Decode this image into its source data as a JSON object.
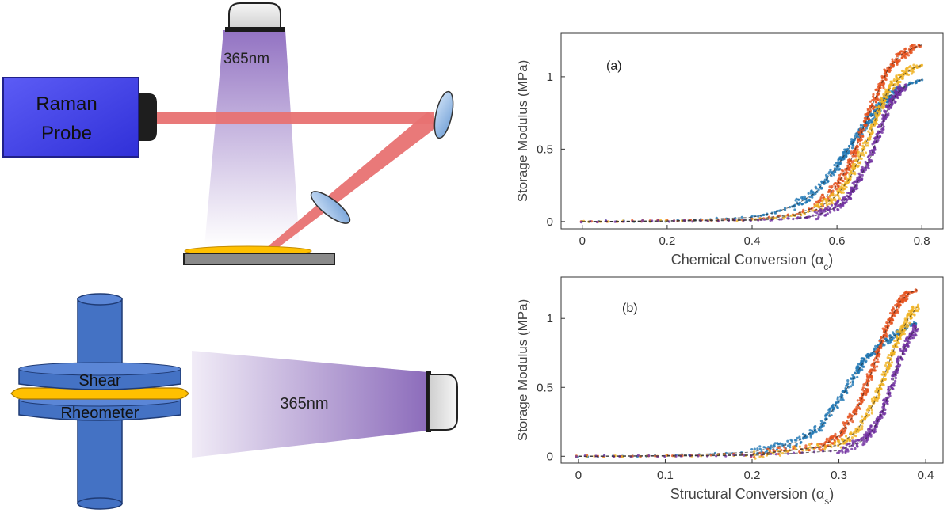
{
  "diagram": {
    "raman_probe": {
      "line1": "Raman",
      "line2": "Probe"
    },
    "uv_top_label": "365nm",
    "rheometer": {
      "line1": "Shear",
      "line2": "Rheometer"
    },
    "uv_side_label": "365nm"
  },
  "colors": {
    "probe_fill": "#4d4df0",
    "laser": "#e87272",
    "uv_light": "#b29ad3",
    "uv_dark": "#8c6cbb",
    "mirror": "#8fb6e3",
    "sample": "#ffc000",
    "stage": "#8a8a8a",
    "rheometer_blue": "#4472c4",
    "series_blue": "#1f77b4",
    "series_orange": "#e5501c",
    "series_yellow": "#f0b323",
    "series_purple": "#7030a0"
  },
  "chart_data": [
    {
      "type": "scatter",
      "annotation": "(a)",
      "xlabel": "Chemical Conversion (α",
      "xlabel_sub": "c",
      "xlabel_close": ")",
      "ylabel": "Storage Modulus (MPa)",
      "xlim": [
        -0.05,
        0.85
      ],
      "ylim": [
        -0.05,
        1.3
      ],
      "xticks": [
        0,
        0.2,
        0.4,
        0.6,
        0.8
      ],
      "xtick_labels": [
        "0",
        "0.2",
        "0.4",
        "0.6",
        "0.8"
      ],
      "yticks": [
        0,
        0.5,
        1
      ],
      "ytick_labels": [
        "0",
        "0.5",
        "1"
      ],
      "grid": false,
      "series": [
        {
          "color": "series_blue",
          "x": [
            0,
            0.2,
            0.4,
            0.45,
            0.5,
            0.55,
            0.6,
            0.62,
            0.65,
            0.68,
            0.7,
            0.72,
            0.75,
            0.78,
            0.8
          ],
          "y": [
            0,
            0.005,
            0.03,
            0.06,
            0.11,
            0.2,
            0.38,
            0.47,
            0.6,
            0.72,
            0.8,
            0.86,
            0.92,
            0.96,
            0.98
          ]
        },
        {
          "color": "series_orange",
          "x": [
            0,
            0.2,
            0.4,
            0.5,
            0.55,
            0.6,
            0.63,
            0.65,
            0.68,
            0.7,
            0.72,
            0.75,
            0.78,
            0.8
          ],
          "y": [
            0,
            0.005,
            0.015,
            0.05,
            0.1,
            0.25,
            0.4,
            0.55,
            0.78,
            0.92,
            1.05,
            1.15,
            1.2,
            1.22
          ]
        },
        {
          "color": "series_yellow",
          "x": [
            0,
            0.2,
            0.4,
            0.5,
            0.55,
            0.6,
            0.63,
            0.65,
            0.68,
            0.7,
            0.72,
            0.75,
            0.78,
            0.8
          ],
          "y": [
            0,
            0.004,
            0.012,
            0.04,
            0.08,
            0.18,
            0.3,
            0.42,
            0.62,
            0.78,
            0.9,
            1.0,
            1.06,
            1.08
          ]
        },
        {
          "color": "series_purple",
          "x": [
            0,
            0.2,
            0.4,
            0.5,
            0.55,
            0.6,
            0.63,
            0.65,
            0.68,
            0.7,
            0.72,
            0.74,
            0.76
          ],
          "y": [
            0,
            0.003,
            0.008,
            0.02,
            0.04,
            0.1,
            0.18,
            0.28,
            0.45,
            0.62,
            0.78,
            0.88,
            0.93
          ]
        }
      ]
    },
    {
      "type": "scatter",
      "annotation": "(b)",
      "xlabel": "Structural Conversion (α",
      "xlabel_sub": "s",
      "xlabel_close": ")",
      "ylabel": "Storage Modulus (MPa)",
      "xlim": [
        -0.02,
        0.42
      ],
      "ylim": [
        -0.05,
        1.3
      ],
      "xticks": [
        0,
        0.1,
        0.2,
        0.3,
        0.4
      ],
      "xtick_labels": [
        "0",
        "0.1",
        "0.2",
        "0.3",
        "0.4"
      ],
      "yticks": [
        0,
        0.5,
        1
      ],
      "ytick_labels": [
        "0",
        "0.5",
        "1"
      ],
      "grid": false,
      "series": [
        {
          "color": "series_blue",
          "x": [
            0,
            0.1,
            0.2,
            0.25,
            0.28,
            0.3,
            0.32,
            0.33,
            0.35,
            0.37,
            0.38,
            0.39
          ],
          "y": [
            0,
            0.005,
            0.03,
            0.1,
            0.22,
            0.4,
            0.6,
            0.7,
            0.82,
            0.9,
            0.95,
            0.97
          ]
        },
        {
          "color": "series_orange",
          "x": [
            0,
            0.1,
            0.2,
            0.28,
            0.3,
            0.32,
            0.33,
            0.34,
            0.35,
            0.36,
            0.37,
            0.38,
            0.39
          ],
          "y": [
            0,
            0.003,
            0.015,
            0.07,
            0.15,
            0.32,
            0.48,
            0.65,
            0.85,
            1.0,
            1.12,
            1.18,
            1.21
          ]
        },
        {
          "color": "series_yellow",
          "x": [
            0,
            0.1,
            0.2,
            0.3,
            0.32,
            0.34,
            0.35,
            0.36,
            0.37,
            0.38,
            0.39
          ],
          "y": [
            0,
            0.002,
            0.01,
            0.08,
            0.18,
            0.38,
            0.55,
            0.72,
            0.88,
            1.0,
            1.08
          ]
        },
        {
          "color": "series_purple",
          "x": [
            0,
            0.1,
            0.2,
            0.3,
            0.33,
            0.34,
            0.35,
            0.36,
            0.37,
            0.38,
            0.39
          ],
          "y": [
            0,
            0.001,
            0.006,
            0.04,
            0.12,
            0.2,
            0.32,
            0.5,
            0.7,
            0.85,
            0.94
          ]
        }
      ]
    }
  ]
}
